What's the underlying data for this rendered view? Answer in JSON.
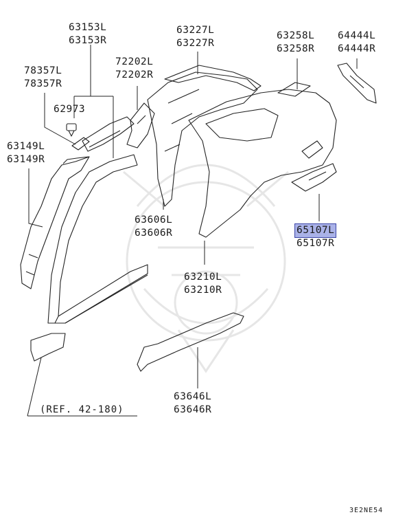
{
  "labels": {
    "p63153": {
      "l": "63153L",
      "r": "63153R"
    },
    "p78357": {
      "l": "78357L",
      "r": "78357R"
    },
    "p62973": {
      "l": "62973"
    },
    "p63149": {
      "l": "63149L",
      "r": "63149R"
    },
    "p72202": {
      "l": "72202L",
      "r": "72202R"
    },
    "p63227": {
      "l": "63227L",
      "r": "63227R"
    },
    "p63258": {
      "l": "63258L",
      "r": "63258R"
    },
    "p64444": {
      "l": "64444L",
      "r": "64444R"
    },
    "p65107": {
      "l": "65107L",
      "r": "65107R"
    },
    "p63606": {
      "l": "63606L",
      "r": "63606R"
    },
    "p63210": {
      "l": "63210L",
      "r": "63210R"
    },
    "p63646": {
      "l": "63646L",
      "r": "63646R"
    }
  },
  "reference": "(REF. 42-180)",
  "diagram_code": "3E2NE54",
  "highlight_color": "#aab2e8",
  "watermark": "samurai-helmet-logo"
}
